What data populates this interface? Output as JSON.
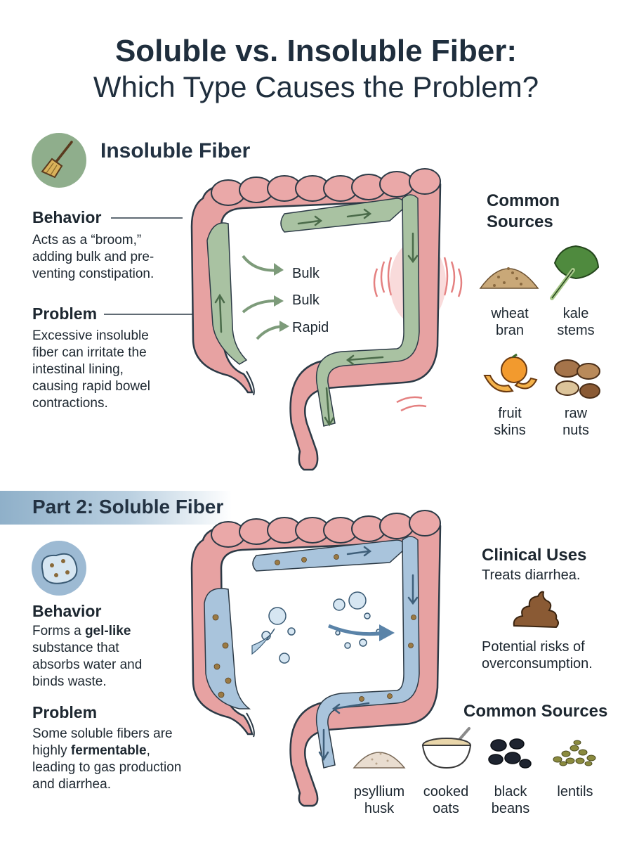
{
  "header": {
    "title_line1": "Soluble vs. Insoluble Fiber:",
    "title_line2": "Which Type Causes the Problem?"
  },
  "insoluble": {
    "heading": "Insoluble Fiber",
    "icon": "broom-icon",
    "behavior_heading": "Behavior",
    "behavior_text_1": "Acts as a “broom,”",
    "behavior_text_2": "adding bulk and pre-",
    "behavior_text_3": "venting constipation.",
    "problem_heading": "Problem",
    "problem_text_1": "Excessive insoluble",
    "problem_text_2": "fiber can irritate the",
    "problem_text_3": "intestinal lining,",
    "problem_text_4": "causing rapid bowel",
    "problem_text_5": "contractions.",
    "arrow_labels": [
      "Bulk",
      "Bulk",
      "Rapid"
    ],
    "sources_heading_1": "Common",
    "sources_heading_2": "Sources",
    "sources": [
      {
        "line1": "wheat",
        "line2": "bran",
        "icon": "wheat-bran-icon"
      },
      {
        "line1": "kale",
        "line2": "stems",
        "icon": "kale-icon"
      },
      {
        "line1": "fruit",
        "line2": "skins",
        "icon": "orange-peel-icon"
      },
      {
        "line1": "raw",
        "line2": "nuts",
        "icon": "nuts-icon"
      }
    ],
    "colors": {
      "gut": "#e39a9a",
      "content": "#a9c2a2",
      "icon_bg": "#8fae8c"
    }
  },
  "soluble": {
    "part_heading": "Part 2: Soluble Fiber",
    "icon": "gel-blob-icon",
    "behavior_heading": "Behavior",
    "behavior_text_1a": "Forms a ",
    "behavior_text_1b": "gel-like",
    "behavior_text_2": "substance that",
    "behavior_text_3": "absorbs water and",
    "behavior_text_4": "binds waste.",
    "problem_heading": "Problem",
    "problem_text_1": "Some soluble fibers are",
    "problem_text_2a": "highly ",
    "problem_text_2b": "fermentable",
    "problem_text_2c": ",",
    "problem_text_3": "leading to gas production",
    "problem_text_4": "and diarrhea.",
    "clinical_heading": "Clinical Uses",
    "clinical_text": "Treats diarrhea.",
    "risk_text_1": "Potential risks of",
    "risk_text_2": "overconsumption.",
    "sources_heading": "Common Sources",
    "sources": [
      {
        "line1": "psyllium",
        "line2": "husk",
        "icon": "psyllium-icon"
      },
      {
        "line1": "cooked",
        "line2": "oats",
        "icon": "oats-bowl-icon"
      },
      {
        "line1": "black",
        "line2": "beans",
        "icon": "black-beans-icon"
      },
      {
        "line1": "lentils",
        "line2": "",
        "icon": "lentils-icon"
      }
    ],
    "colors": {
      "gut": "#e39a9a",
      "content": "#a9c4dc",
      "icon_bg": "#9dbad3"
    }
  }
}
